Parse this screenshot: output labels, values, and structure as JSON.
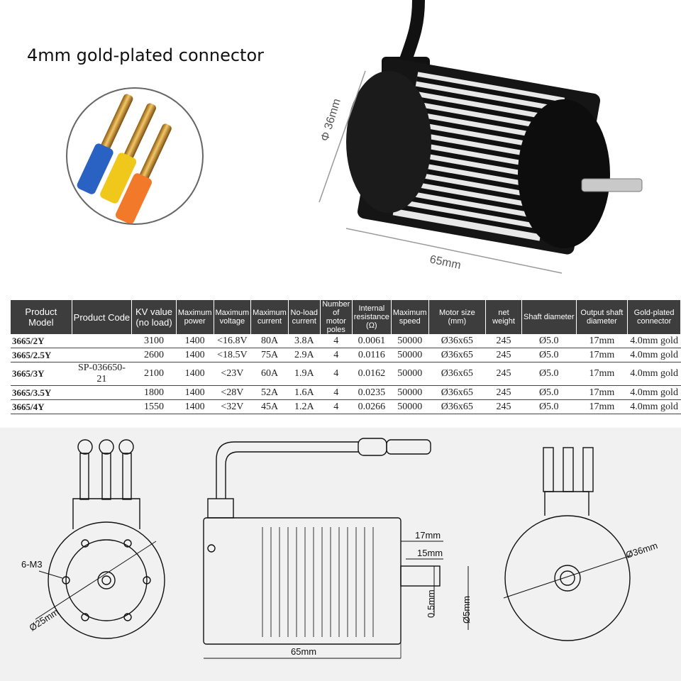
{
  "connector_caption": "4mm gold-plated connector",
  "photo_dims": {
    "diameter": "Φ 36mm",
    "length": "65mm"
  },
  "table": {
    "headers": [
      "Product Model",
      "Product Code",
      "KV value (no load)",
      "Maximum power",
      "Maximum voltage",
      "Maximum current",
      "No-load current",
      "Number of motor poles",
      "Internal resistance (Ω)",
      "Maximum speed",
      "Motor size (mm)",
      "net weight",
      "Shaft diameter",
      "Output shaft diameter",
      "Gold-plated connector"
    ],
    "product_code": "SP-036650-21",
    "rows": [
      [
        "3665/2Y",
        "",
        "3100",
        "1400",
        "<16.8V",
        "80A",
        "3.8A",
        "4",
        "0.0061",
        "50000",
        "Ø36x65",
        "245",
        "Ø5.0",
        "17mm",
        "4.0mm gold"
      ],
      [
        "3665/2.5Y",
        "",
        "2600",
        "1400",
        "<18.5V",
        "75A",
        "2.9A",
        "4",
        "0.0116",
        "50000",
        "Ø36x65",
        "245",
        "Ø5.0",
        "17mm",
        "4.0mm gold"
      ],
      [
        "3665/3Y",
        "SP-036650-21",
        "2100",
        "1400",
        "<23V",
        "60A",
        "1.9A",
        "4",
        "0.0162",
        "50000",
        "Ø36x65",
        "245",
        "Ø5.0",
        "17mm",
        "4.0mm gold"
      ],
      [
        "3665/3.5Y",
        "",
        "1800",
        "1400",
        "<28V",
        "52A",
        "1.6A",
        "4",
        "0.0235",
        "50000",
        "Ø36x65",
        "245",
        "Ø5.0",
        "17mm",
        "4.0mm gold"
      ],
      [
        "3665/4Y",
        "",
        "1550",
        "1400",
        "<32V",
        "45A",
        "1.2A",
        "4",
        "0.0266",
        "50000",
        "Ø36x65",
        "245",
        "Ø5.0",
        "17mm",
        "4.0mm gold"
      ]
    ]
  },
  "drawing_dims": {
    "holes": "6-M3",
    "bolt_circle": "Ø25mm",
    "length": "65mm",
    "shaft_total": "17mm",
    "shaft_flat": "15mm",
    "flat_depth": "0.5mm",
    "shaft_dia": "Ø5mm",
    "body_dia": "Ø36mm"
  }
}
